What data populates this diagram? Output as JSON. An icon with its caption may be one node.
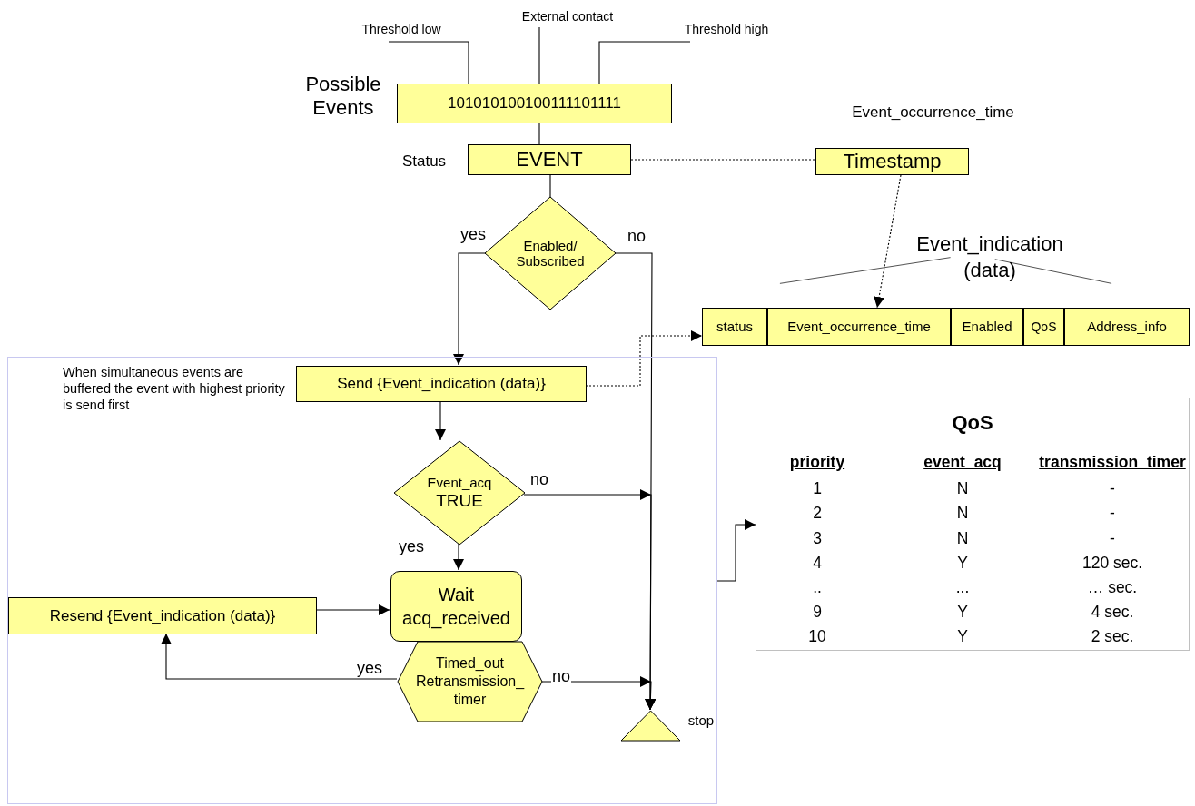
{
  "diagram": {
    "nodes": [
      {
        "text": [
          "Threshold low"
        ]
      },
      {
        "text": [
          "External contact"
        ]
      },
      {
        "text": [
          "Threshold high"
        ]
      },
      {
        "text": [
          "101010100100111101111"
        ],
        "beside": [
          "Possible Events"
        ]
      },
      {
        "text": [
          "EVENT"
        ],
        "beside": [
          "Status"
        ]
      },
      {
        "text": [
          "Timestamp"
        ],
        "beside": [
          "Event_occurrence_time"
        ]
      },
      {
        "text": [
          "Enabled/ Subscribed"
        ]
      },
      {
        "text": [
          "Event_indication (data)"
        ]
      },
      {
        "text": [
          "status"
        ],
        "in": 7
      },
      {
        "text": [
          "Event_occurrence_time"
        ],
        "in": 7
      },
      {
        "text": [
          "Enabled"
        ],
        "in": 7
      },
      {
        "text": [
          "QoS"
        ],
        "in": 7
      },
      {
        "text": [
          "Address_info"
        ],
        "in": 7
      },
      {
        "text": [],
        "shape": "box"
      },
      {
        "text": [
          "Send {Event_indication (data)}"
        ],
        "in": 13
      },
      {
        "text": [
          "Event_acq",
          "TRUE"
        ],
        "in": 13
      },
      {
        "text": [
          "Wait acq_received"
        ],
        "in": 13
      },
      {
        "text": [
          "Resend {Event_indication (data)}"
        ],
        "in": 13
      },
      {
        "text": [
          "Timed_out Retransmission_ timer"
        ],
        "in": 13
      },
      {
        "text": [],
        "shape": "triangle",
        "beside": [
          "stop"
        ],
        "in": 13
      },
      {
        "text": [
          "QoS"
        ]
      }
    ],
    "edges": [
      {
        "from": 0,
        "to": 3,
        "arrow": "none"
      },
      {
        "from": 1,
        "to": 3,
        "arrow": "none"
      },
      {
        "from": 2,
        "to": 3,
        "arrow": "none"
      },
      {
        "from": 3,
        "to": 4,
        "arrow": "none"
      },
      {
        "from": 4,
        "to": 5,
        "arrow": "none",
        "style": "dashed"
      },
      {
        "from": 4,
        "to": 6,
        "arrow": "none"
      },
      {
        "from": 5,
        "to": 9,
        "arrow": "to",
        "style": "dashed"
      },
      {
        "from": 6,
        "to": 14,
        "arrow": "to",
        "label": "yes"
      },
      {
        "from": 6,
        "to": 19,
        "arrow": "to",
        "label": "no"
      },
      {
        "from": 14,
        "to": 7,
        "arrow": "to",
        "style": "dashed"
      },
      {
        "from": 14,
        "to": 15,
        "arrow": "to"
      },
      {
        "from": 15,
        "to": 19,
        "arrow": "to",
        "label": "no"
      },
      {
        "from": 15,
        "to": 16,
        "arrow": "to",
        "label": "yes"
      },
      {
        "from": 17,
        "to": 16,
        "arrow": "to"
      },
      {
        "from": 18,
        "to": 17,
        "arrow": "to",
        "label": "yes"
      },
      {
        "from": 18,
        "to": 19,
        "arrow": "to",
        "label": "no"
      },
      {
        "from": 13,
        "to": 20,
        "arrow": "to"
      }
    ],
    "labels": [
      "When simultaneous events are buffered the event with highest priority is send first",
      "priority",
      "event_acq",
      "transmission_timer",
      "1",
      "N",
      "-",
      "2",
      "N",
      "-",
      "3",
      "N",
      "-",
      "4",
      "Y",
      "120 sec.",
      "..",
      "...",
      "… sec.",
      "9",
      "Y",
      "4 sec.",
      "10",
      "Y",
      "2 sec."
    ]
  }
}
